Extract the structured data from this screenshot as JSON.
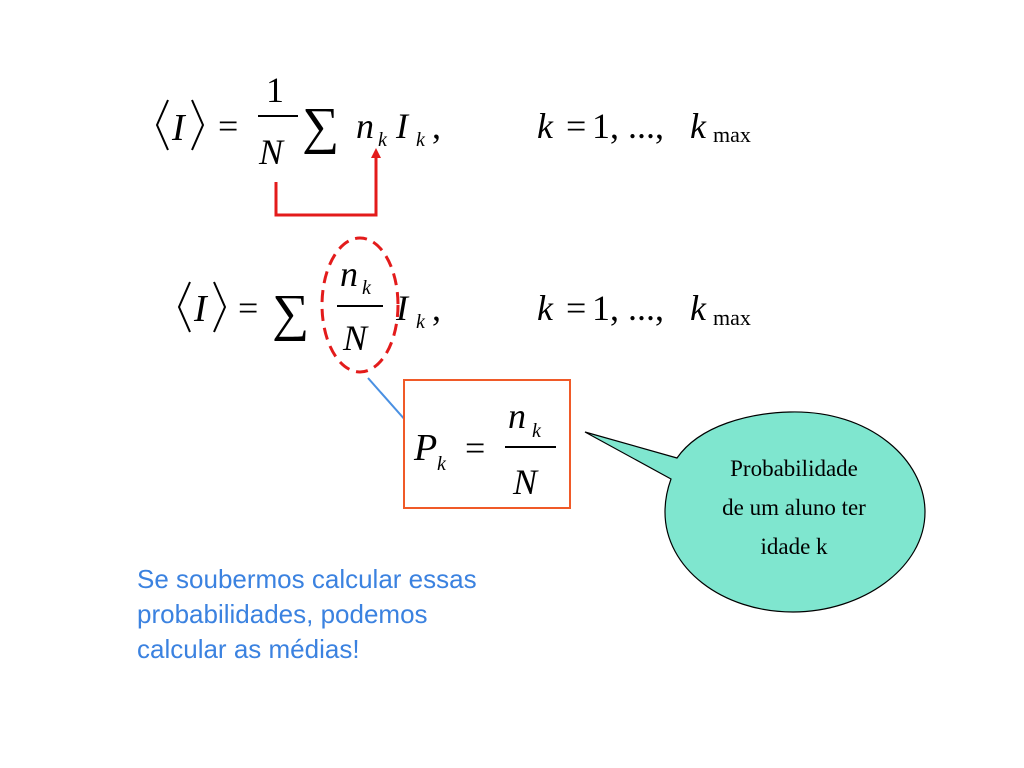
{
  "colors": {
    "ink": "#000000",
    "arrow_red": "#e31b1b",
    "ellipse_red": "#e31b1b",
    "arrow_blue": "#4a90e2",
    "box_border": "#f05a28",
    "bubble_fill": "#7fe6cf",
    "caption_blue": "#3b82e0"
  },
  "equation1": {
    "lhs": "I",
    "equals": "=",
    "numerator": "1",
    "denominator": "N",
    "sum": "∑",
    "n": "n",
    "n_sub": "k",
    "I": "I",
    "I_sub": "k",
    "comma": ",",
    "range_var": "k",
    "range_eq": "=",
    "range_values": "1, ...,",
    "range_end": "k",
    "range_end_sub": "max"
  },
  "equation2": {
    "lhs": "I",
    "equals": "=",
    "sum": "∑",
    "numerator": "n",
    "numerator_sub": "k",
    "denominator": "N",
    "I": "I",
    "I_sub": "k",
    "comma": ",",
    "range_var": "k",
    "range_eq": "=",
    "range_values": "1, ...,",
    "range_end": "k",
    "range_end_sub": "max"
  },
  "equation3": {
    "P": "P",
    "P_sub": "k",
    "equals": "=",
    "numerator": "n",
    "numerator_sub": "k",
    "denominator": "N"
  },
  "callout": {
    "lines": [
      "Probabilidade",
      "de um aluno ter",
      "idade k"
    ]
  },
  "caption": {
    "lines": [
      "Se soubermos calcular essas",
      "probabilidades, podemos",
      "calcular as médias!"
    ]
  }
}
